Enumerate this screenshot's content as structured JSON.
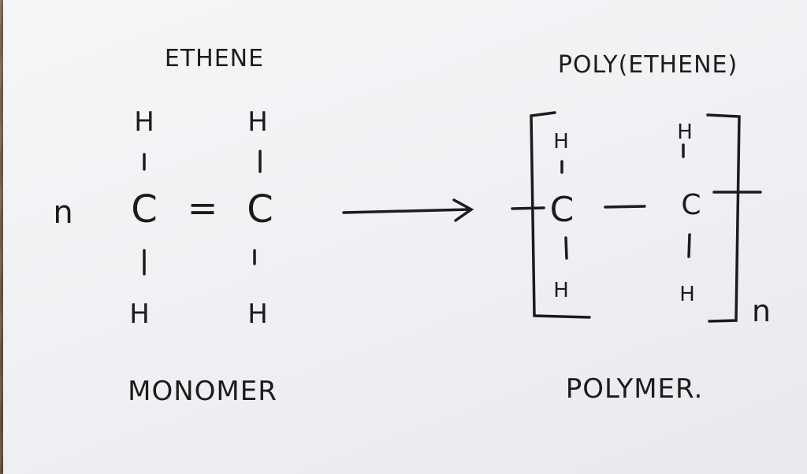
{
  "monomer": {
    "title": "ETHENE",
    "coefficient": "n",
    "atoms": {
      "c_left": "C",
      "c_right": "C",
      "h_top_left": "H",
      "h_top_right": "H",
      "h_bottom_left": "H",
      "h_bottom_right": "H"
    },
    "double_bond": "=",
    "caption": "MONOMER"
  },
  "polymer": {
    "title": "POLY(ETHENE)",
    "atoms": {
      "c_left": "C",
      "c_right": "C",
      "h_top_left": "H",
      "h_top_right": "H",
      "h_bottom_left": "H",
      "h_bottom_right": "H"
    },
    "subscript": "n",
    "caption": "POLYMER."
  }
}
